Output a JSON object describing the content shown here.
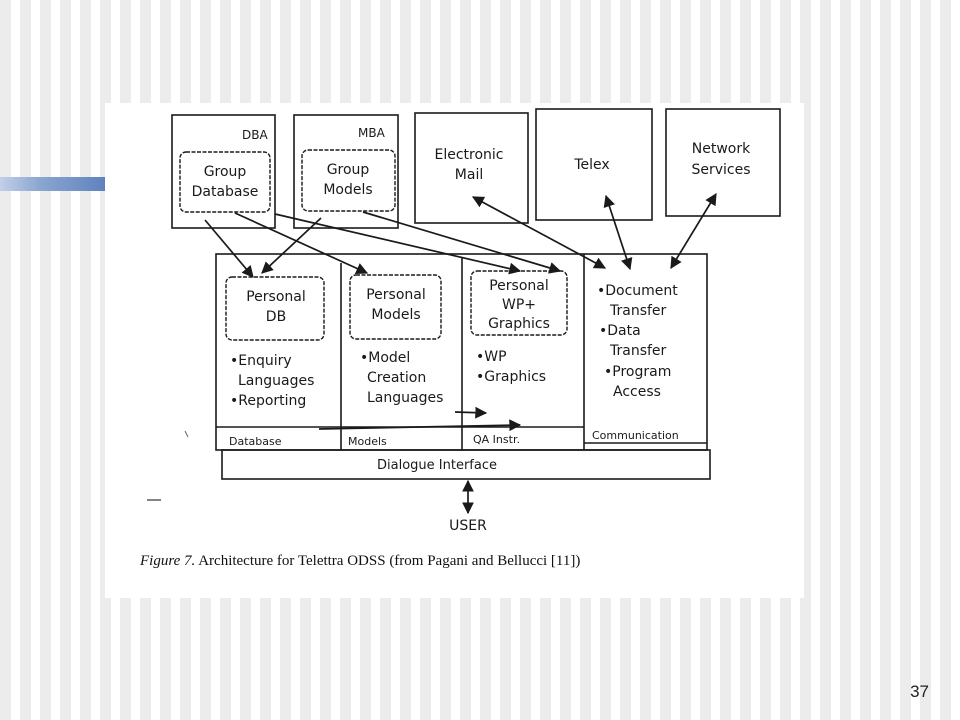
{
  "slide": {
    "page_number": "37"
  },
  "diagram": {
    "top": {
      "dba_label": "DBA",
      "group_database": [
        "Group",
        "Database"
      ],
      "mba_label": "MBA",
      "group_models": [
        "Group",
        "Models"
      ],
      "electronic_mail": [
        "Electronic",
        "Mail"
      ],
      "telex": "Telex",
      "network_services": [
        "Network",
        "Services"
      ]
    },
    "personal_db": [
      "Personal",
      "DB"
    ],
    "personal_models": [
      "Personal",
      "Models"
    ],
    "personal_wp": [
      "Personal",
      "WP+",
      "Graphics"
    ],
    "database_items": [
      "•Enquiry",
      "Languages",
      "•Reporting"
    ],
    "models_items": [
      "•Model",
      "Creation",
      "Languages"
    ],
    "wp_items": [
      "•WP",
      "•Graphics"
    ],
    "communication_items": [
      "•Document",
      "Transfer",
      "•Data",
      "Transfer",
      "•Program",
      "Access"
    ],
    "sections": {
      "database": "Database",
      "models": "Models",
      "qa": "QA Instr.",
      "communication": "Communication"
    },
    "dialogue_interface": "Dialogue Interface",
    "user": "USER",
    "caption_italic": "Figure 7.",
    "caption_rest": " Architecture for Telettra ODSS (from Pagani and Bellucci [11])"
  }
}
